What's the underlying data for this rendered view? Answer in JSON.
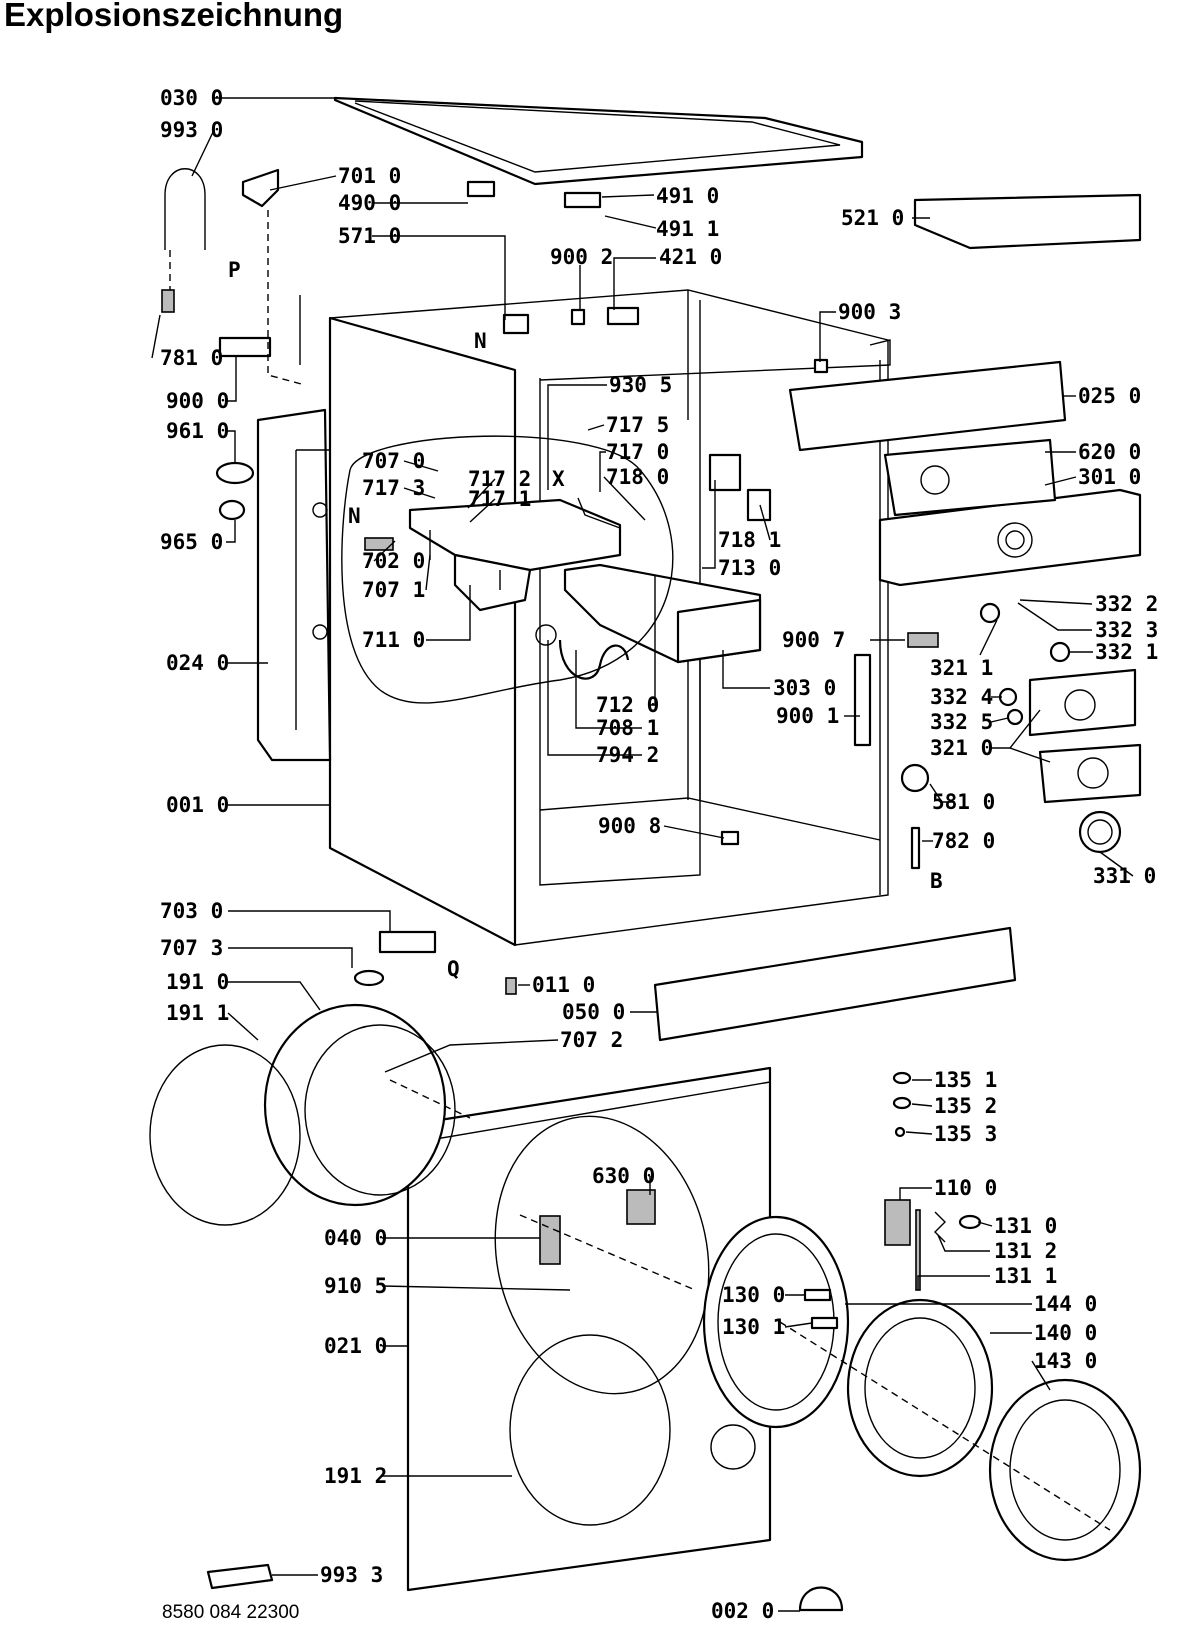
{
  "title": "Explosionszeichnung",
  "document_number": "8580 084 22300",
  "callouts": [
    {
      "id": "c0300",
      "text": "030 0"
    },
    {
      "id": "c9930",
      "text": "993 0"
    },
    {
      "id": "c7010",
      "text": "701 0"
    },
    {
      "id": "c4900",
      "text": "490 0"
    },
    {
      "id": "c4910",
      "text": "491 0"
    },
    {
      "id": "c4911",
      "text": "491 1"
    },
    {
      "id": "c5710",
      "text": "571 0"
    },
    {
      "id": "c5210",
      "text": "521 0"
    },
    {
      "id": "c9002",
      "text": "900 2"
    },
    {
      "id": "c4210",
      "text": "421 0"
    },
    {
      "id": "c9003",
      "text": "900 3"
    },
    {
      "id": "c7810",
      "text": "781 0"
    },
    {
      "id": "c9000",
      "text": "900 0"
    },
    {
      "id": "c9305",
      "text": "930 5"
    },
    {
      "id": "c0250",
      "text": "025 0"
    },
    {
      "id": "c9610",
      "text": "961 0"
    },
    {
      "id": "c7175",
      "text": "717 5"
    },
    {
      "id": "c7170",
      "text": "717 0"
    },
    {
      "id": "c7070",
      "text": "707 0"
    },
    {
      "id": "c7172",
      "text": "717 2"
    },
    {
      "id": "c7180",
      "text": "718 0"
    },
    {
      "id": "c6200",
      "text": "620 0"
    },
    {
      "id": "c7173",
      "text": "717 3"
    },
    {
      "id": "c7171",
      "text": "717 1"
    },
    {
      "id": "c3010",
      "text": "301 0"
    },
    {
      "id": "c9650",
      "text": "965 0"
    },
    {
      "id": "c7181",
      "text": "718 1"
    },
    {
      "id": "c7020",
      "text": "702 0"
    },
    {
      "id": "c7130",
      "text": "713 0"
    },
    {
      "id": "c7071",
      "text": "707 1"
    },
    {
      "id": "c3322",
      "text": "332 2"
    },
    {
      "id": "c3323",
      "text": "332 3"
    },
    {
      "id": "c7110",
      "text": "711 0"
    },
    {
      "id": "c9007",
      "text": "900 7"
    },
    {
      "id": "c3211",
      "text": "321 1"
    },
    {
      "id": "c3321",
      "text": "332 1"
    },
    {
      "id": "c0240",
      "text": "024 0"
    },
    {
      "id": "c7120",
      "text": "712 0"
    },
    {
      "id": "c3030",
      "text": "303 0"
    },
    {
      "id": "c7081",
      "text": "708 1"
    },
    {
      "id": "c9001",
      "text": "900 1"
    },
    {
      "id": "c3324",
      "text": "332 4"
    },
    {
      "id": "c7942",
      "text": "794 2"
    },
    {
      "id": "c3325",
      "text": "332 5"
    },
    {
      "id": "c3210",
      "text": "321 0"
    },
    {
      "id": "c5810",
      "text": "581 0"
    },
    {
      "id": "c0010",
      "text": "001 0"
    },
    {
      "id": "c9008",
      "text": "900 8"
    },
    {
      "id": "c7820",
      "text": "782 0"
    },
    {
      "id": "c3310",
      "text": "331 0"
    },
    {
      "id": "c7030",
      "text": "703 0"
    },
    {
      "id": "c7073",
      "text": "707 3"
    },
    {
      "id": "c1910",
      "text": "191 0"
    },
    {
      "id": "c0110",
      "text": "011 0"
    },
    {
      "id": "c0500",
      "text": "050 0"
    },
    {
      "id": "c1911",
      "text": "191 1"
    },
    {
      "id": "c7072",
      "text": "707 2"
    },
    {
      "id": "c1351",
      "text": "135 1"
    },
    {
      "id": "c1352",
      "text": "135 2"
    },
    {
      "id": "c1353",
      "text": "135 3"
    },
    {
      "id": "c6300",
      "text": "630 0"
    },
    {
      "id": "c1100",
      "text": "110 0"
    },
    {
      "id": "c0400",
      "text": "040 0"
    },
    {
      "id": "c1310",
      "text": "131 0"
    },
    {
      "id": "c1312",
      "text": "131 2"
    },
    {
      "id": "c1311",
      "text": "131 1"
    },
    {
      "id": "c1300",
      "text": "130 0"
    },
    {
      "id": "c9105",
      "text": "910 5"
    },
    {
      "id": "c1440",
      "text": "144 0"
    },
    {
      "id": "c1301",
      "text": "130 1"
    },
    {
      "id": "c1400",
      "text": "140 0"
    },
    {
      "id": "c1430",
      "text": "143 0"
    },
    {
      "id": "c0210",
      "text": "021 0"
    },
    {
      "id": "c1912",
      "text": "191 2"
    },
    {
      "id": "c9933",
      "text": "993 3"
    },
    {
      "id": "c0020",
      "text": "002 0"
    }
  ],
  "letter_marks": [
    {
      "id": "lP",
      "text": "P"
    },
    {
      "id": "lN1",
      "text": "N"
    },
    {
      "id": "lX",
      "text": "X"
    },
    {
      "id": "lN2",
      "text": "N"
    },
    {
      "id": "lQ",
      "text": "Q"
    },
    {
      "id": "lB",
      "text": "B"
    }
  ]
}
